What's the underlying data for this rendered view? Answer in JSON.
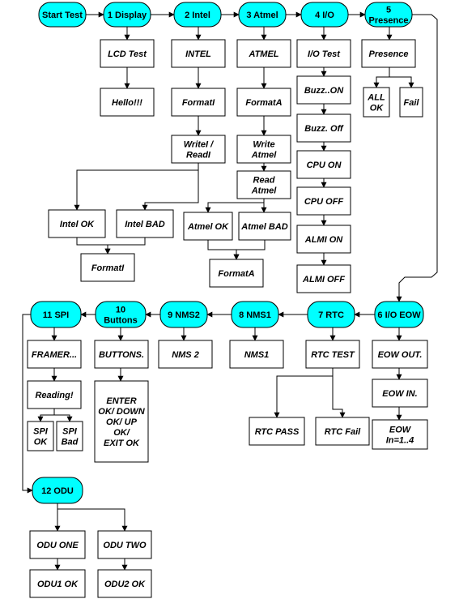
{
  "flowchart": {
    "nodes": {
      "start_test": {
        "lines": [
          "Start Test"
        ]
      },
      "display": {
        "lines": [
          "1 Display"
        ]
      },
      "intel": {
        "lines": [
          "2 Intel"
        ]
      },
      "atmel": {
        "lines": [
          "3 Atmel"
        ]
      },
      "io": {
        "lines": [
          "4 I/O"
        ]
      },
      "presence": {
        "lines": [
          "5",
          "Presence"
        ]
      },
      "lcd_test": {
        "lines": [
          "LCD Test"
        ]
      },
      "hello": {
        "lines": [
          "Hello!!!"
        ]
      },
      "intel_box": {
        "lines": [
          "INTEL"
        ]
      },
      "formati_1": {
        "lines": [
          "FormatI"
        ]
      },
      "write_readi": {
        "lines": [
          "WriteI /",
          "ReadI"
        ]
      },
      "intel_ok": {
        "lines": [
          "Intel OK"
        ]
      },
      "intel_bad": {
        "lines": [
          "Intel BAD"
        ]
      },
      "formati_2": {
        "lines": [
          "FormatI"
        ]
      },
      "atmel_box": {
        "lines": [
          "ATMEL"
        ]
      },
      "formata_1": {
        "lines": [
          "FormatA"
        ]
      },
      "write_atmel": {
        "lines": [
          "Write",
          "Atmel"
        ]
      },
      "read_atmel": {
        "lines": [
          "Read",
          "Atmel"
        ]
      },
      "atmel_ok": {
        "lines": [
          "Atmel OK"
        ]
      },
      "atmel_bad": {
        "lines": [
          "Atmel BAD"
        ]
      },
      "formata_2": {
        "lines": [
          "FormatA"
        ]
      },
      "io_test": {
        "lines": [
          "I/O Test"
        ]
      },
      "buzz_on": {
        "lines": [
          "Buzz..ON"
        ]
      },
      "buzz_off": {
        "lines": [
          "Buzz. Off"
        ]
      },
      "cpu_on": {
        "lines": [
          "CPU  ON"
        ]
      },
      "cpu_off": {
        "lines": [
          "CPU OFF"
        ]
      },
      "alm_on": {
        "lines": [
          "ALMI  ON"
        ]
      },
      "alm_off": {
        "lines": [
          "ALMI  OFF"
        ]
      },
      "presence_box": {
        "lines": [
          "Presence"
        ]
      },
      "all_ok": {
        "lines": [
          "ALL",
          "OK"
        ]
      },
      "fail_presence": {
        "lines": [
          "Fail"
        ]
      },
      "io_eow": {
        "lines": [
          "6 I/O EOW"
        ]
      },
      "rtc": {
        "lines": [
          "7 RTC"
        ]
      },
      "nms1": {
        "lines": [
          "8 NMS1"
        ]
      },
      "nms2": {
        "lines": [
          "9 NMS2"
        ]
      },
      "buttons": {
        "lines": [
          "10",
          "Buttons"
        ]
      },
      "spi": {
        "lines": [
          "11 SPI"
        ]
      },
      "eow_out": {
        "lines": [
          "EOW OUT."
        ]
      },
      "eow_in": {
        "lines": [
          "EOW  IN."
        ]
      },
      "eow_in_range": {
        "lines": [
          "EOW",
          "In=1..4"
        ]
      },
      "rtc_test": {
        "lines": [
          "RTC TEST"
        ]
      },
      "rtc_pass": {
        "lines": [
          "RTC PASS"
        ]
      },
      "rtc_fail": {
        "lines": [
          "RTC Fail"
        ]
      },
      "nms1_box": {
        "lines": [
          "NMS1"
        ]
      },
      "nms2_box": {
        "lines": [
          "NMS 2"
        ]
      },
      "buttons_box": {
        "lines": [
          "BUTTONS."
        ]
      },
      "buttons_seq": {
        "lines": [
          "ENTER",
          "OK/ DOWN",
          "OK/ UP",
          "OK/",
          "EXIT    OK"
        ]
      },
      "framer": {
        "lines": [
          "FRAMER..."
        ]
      },
      "reading": {
        "lines": [
          "Reading!"
        ]
      },
      "spi_ok": {
        "lines": [
          "SPI",
          "OK"
        ]
      },
      "spi_bad": {
        "lines": [
          "SPI",
          "Bad"
        ]
      },
      "odu": {
        "lines": [
          "12 ODU"
        ]
      },
      "odu_one": {
        "lines": [
          "ODU ONE"
        ]
      },
      "odu_two": {
        "lines": [
          "ODU TWO"
        ]
      },
      "odu1_ok": {
        "lines": [
          "ODU1 OK"
        ]
      },
      "odu2_ok": {
        "lines": [
          "ODU2 OK"
        ]
      }
    },
    "edges": [
      [
        "start_test",
        "display"
      ],
      [
        "display",
        "intel"
      ],
      [
        "intel",
        "atmel"
      ],
      [
        "atmel",
        "io"
      ],
      [
        "io",
        "presence"
      ],
      [
        "display",
        "lcd_test"
      ],
      [
        "lcd_test",
        "hello"
      ],
      [
        "intel",
        "intel_box"
      ],
      [
        "intel_box",
        "formati_1"
      ],
      [
        "formati_1",
        "write_readi"
      ],
      [
        "write_readi",
        "intel_ok"
      ],
      [
        "write_readi",
        "intel_bad"
      ],
      [
        "intel_ok",
        "formati_2"
      ],
      [
        "intel_bad",
        "formati_2"
      ],
      [
        "atmel",
        "atmel_box"
      ],
      [
        "atmel_box",
        "formata_1"
      ],
      [
        "formata_1",
        "write_atmel"
      ],
      [
        "write_atmel",
        "read_atmel"
      ],
      [
        "read_atmel",
        "atmel_ok"
      ],
      [
        "read_atmel",
        "atmel_bad"
      ],
      [
        "atmel_ok",
        "formata_2"
      ],
      [
        "atmel_bad",
        "formata_2"
      ],
      [
        "io",
        "io_test"
      ],
      [
        "io_test",
        "buzz_on"
      ],
      [
        "buzz_on",
        "buzz_off"
      ],
      [
        "buzz_off",
        "cpu_on"
      ],
      [
        "cpu_on",
        "cpu_off"
      ],
      [
        "cpu_off",
        "alm_on"
      ],
      [
        "alm_on",
        "alm_off"
      ],
      [
        "presence",
        "presence_box"
      ],
      [
        "presence_box",
        "all_ok"
      ],
      [
        "presence_box",
        "fail_presence"
      ],
      [
        "presence",
        "io_eow"
      ],
      [
        "io_eow",
        "rtc"
      ],
      [
        "rtc",
        "nms1"
      ],
      [
        "nms1",
        "nms2"
      ],
      [
        "nms2",
        "buttons"
      ],
      [
        "buttons",
        "spi"
      ],
      [
        "io_eow",
        "eow_out"
      ],
      [
        "eow_out",
        "eow_in"
      ],
      [
        "eow_in",
        "eow_in_range"
      ],
      [
        "rtc",
        "rtc_test"
      ],
      [
        "rtc_test",
        "rtc_pass"
      ],
      [
        "rtc_test",
        "rtc_fail"
      ],
      [
        "nms1",
        "nms1_box"
      ],
      [
        "nms2",
        "nms2_box"
      ],
      [
        "buttons",
        "buttons_box"
      ],
      [
        "buttons_box",
        "buttons_seq"
      ],
      [
        "spi",
        "framer"
      ],
      [
        "framer",
        "reading"
      ],
      [
        "reading",
        "spi_ok"
      ],
      [
        "reading",
        "spi_bad"
      ],
      [
        "spi",
        "odu"
      ],
      [
        "odu",
        "odu_one"
      ],
      [
        "odu",
        "odu_two"
      ],
      [
        "odu_one",
        "odu1_ok"
      ],
      [
        "odu_two",
        "odu2_ok"
      ]
    ],
    "colors": {
      "stage_fill": "#00ffff",
      "box_fill": "#ffffff",
      "line": "#000000"
    }
  }
}
